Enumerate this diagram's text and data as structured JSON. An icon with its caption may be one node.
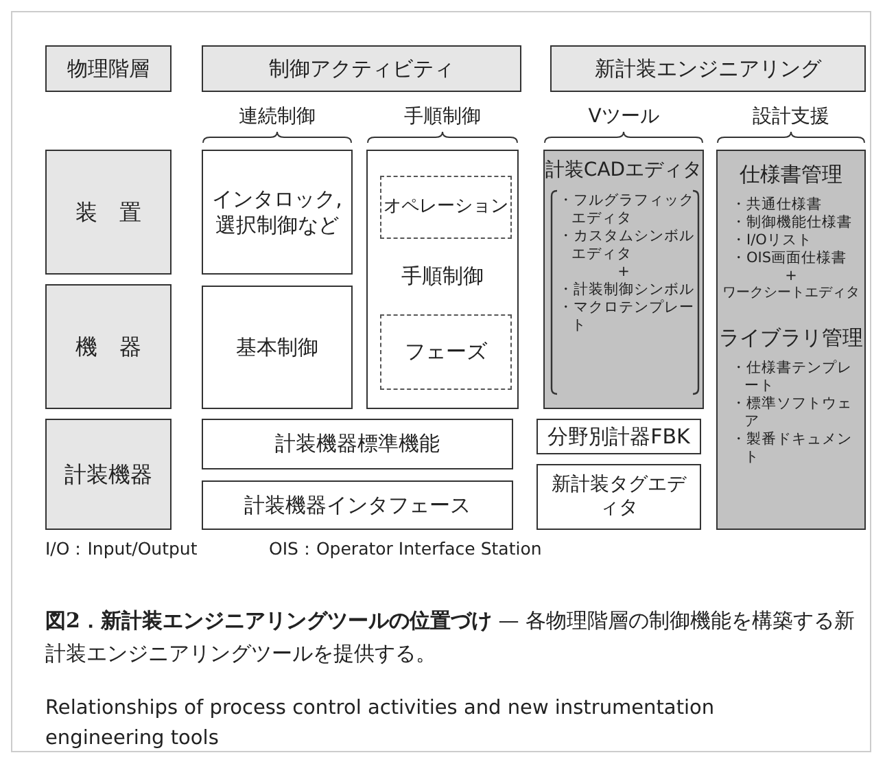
{
  "diagram": {
    "caption": "**図2．新計装エンジニアリングツールの位置づけ** — 各物理階層の制御機能を構築する新計装エンジニアリングツールを提供する。",
    "nodes": [
      {
        "text": [
          "物理階層"
        ]
      },
      {
        "text": [
          "制御アクティビティ"
        ]
      },
      {
        "text": [
          "新計装エンジニアリング"
        ]
      },
      {
        "text": [
          "装置"
        ]
      },
      {
        "text": [
          "インタロック,選択制御など"
        ]
      },
      {
        "text": [
          "手順制御"
        ]
      },
      {
        "text": [
          "オペレーション"
        ],
        "in": 5
      },
      {
        "text": [
          "フェーズ"
        ],
        "in": 5
      },
      {
        "text": [
          "計装CADエディタ",
          "・フルグラフィックエディタ",
          "・カスタムシンボルエディタ",
          "+",
          "・計装制御シンボル",
          "・マクロテンプレート"
        ]
      },
      {
        "text": [
          "仕様書管理",
          "・共通仕様書",
          "・制御機能仕様書",
          "・I/Oリスト",
          "・OIS画面仕様書",
          "+",
          "ワークシートエディタ",
          "ライブラリ管理",
          "・仕様書テンプレート",
          "・標準ソフトウェア",
          "・製番ドキュメント"
        ]
      },
      {
        "text": [
          "機器"
        ]
      },
      {
        "text": [
          "基本制御"
        ]
      },
      {
        "text": [
          "計装機器"
        ]
      },
      {
        "text": [
          "計装機器標準機能"
        ]
      },
      {
        "text": [
          "分野別計器FBK"
        ]
      },
      {
        "text": [
          "計装機器インタフェース"
        ]
      },
      {
        "text": [
          "新計装タグエディタ"
        ]
      }
    ],
    "labels": [
      "連続制御",
      "手順制御",
      "Vツール",
      "設計支援",
      "I/O：Input/Output",
      "OIS：Operator Interface Station",
      "Relationships of process control activities and new instrumentation engineering tools"
    ]
  }
}
